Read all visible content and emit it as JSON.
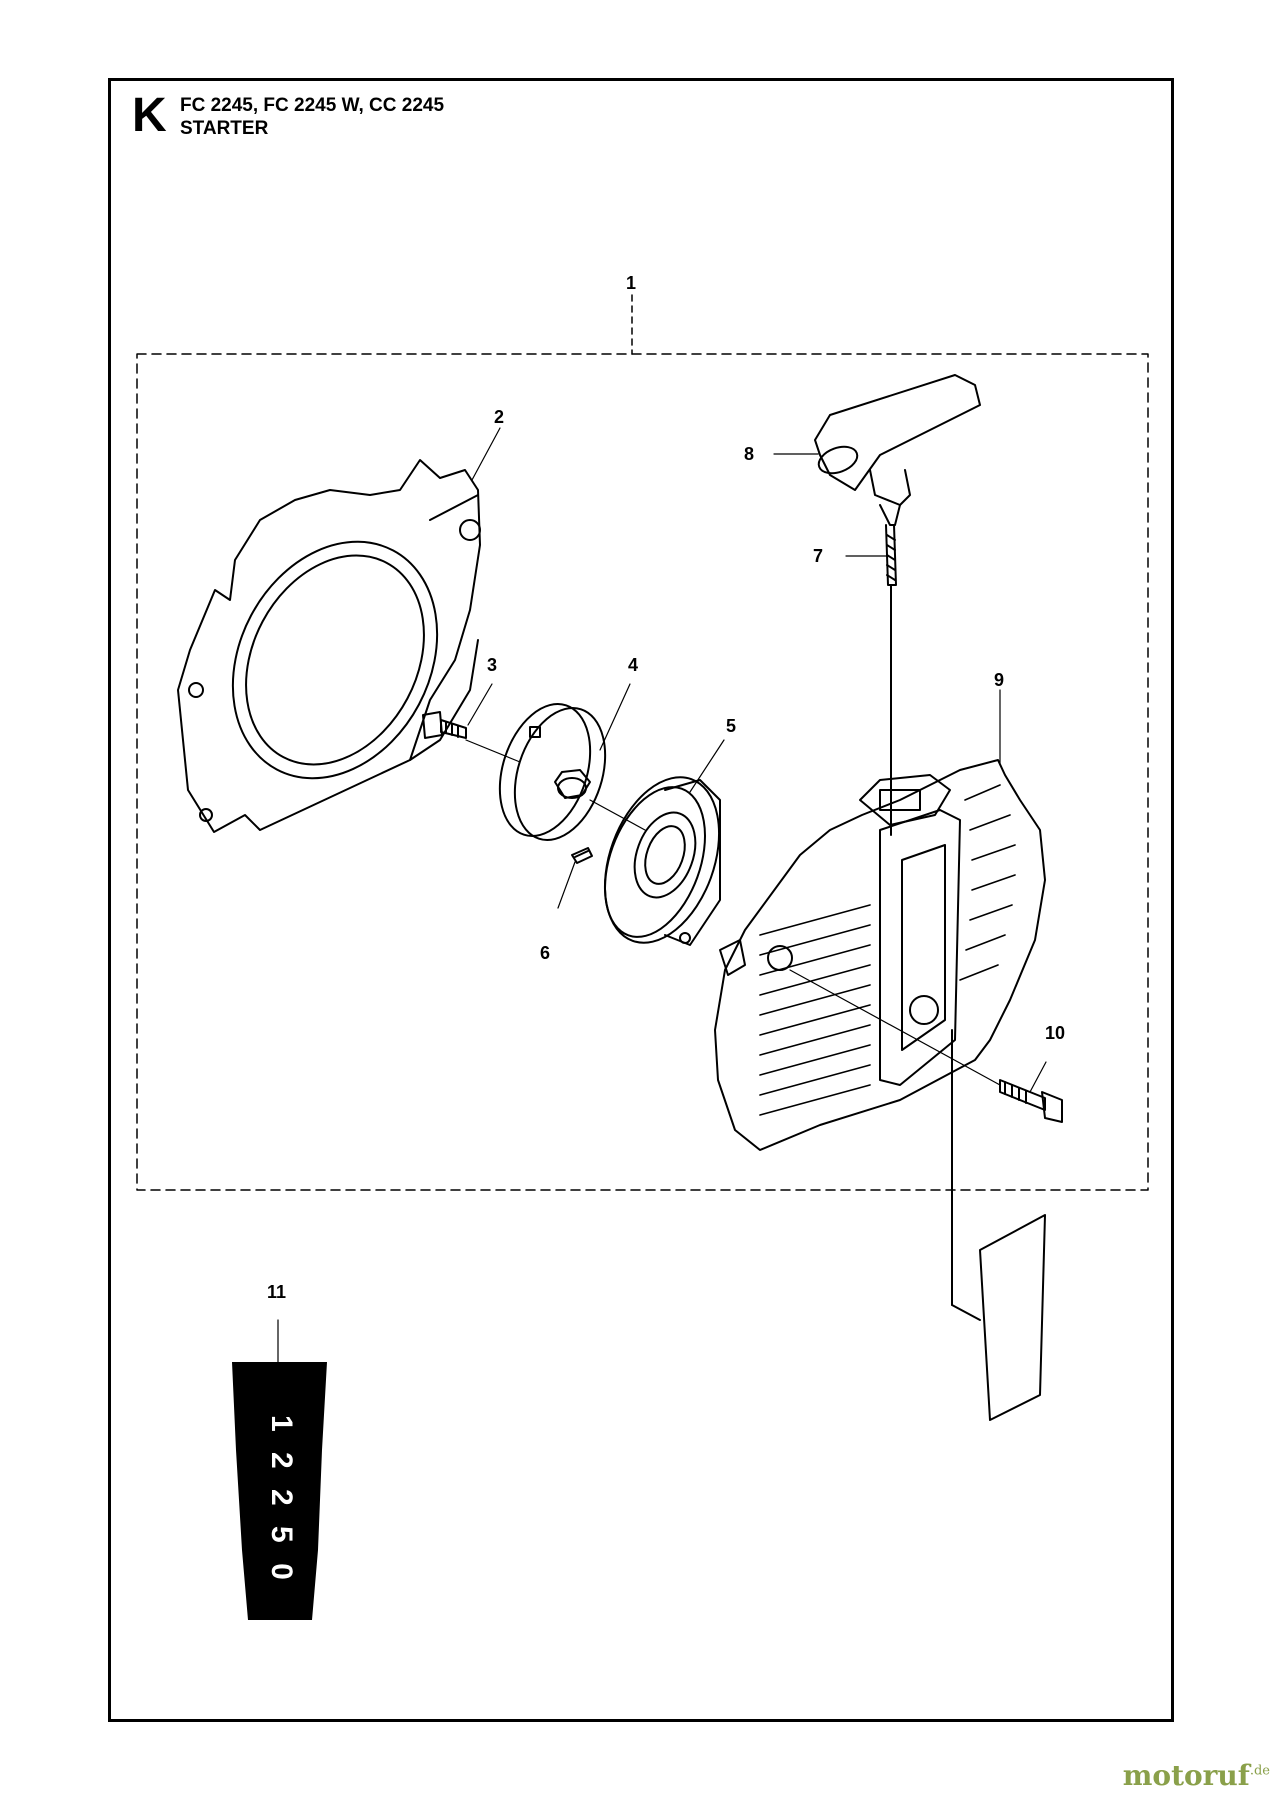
{
  "header": {
    "section_letter": "K",
    "models": "FC 2245, FC 2245 W, CC 2245",
    "title": "STARTER"
  },
  "callouts": [
    "1",
    "2",
    "3",
    "4",
    "5",
    "6",
    "7",
    "8",
    "9",
    "10",
    "11"
  ],
  "decal_text": "1 2 2 5 0",
  "watermark": {
    "brand": "motoruf",
    "suffix": ".de"
  },
  "colors": {
    "line": "#000000",
    "background": "#ffffff",
    "watermark": "#8aa04a"
  }
}
